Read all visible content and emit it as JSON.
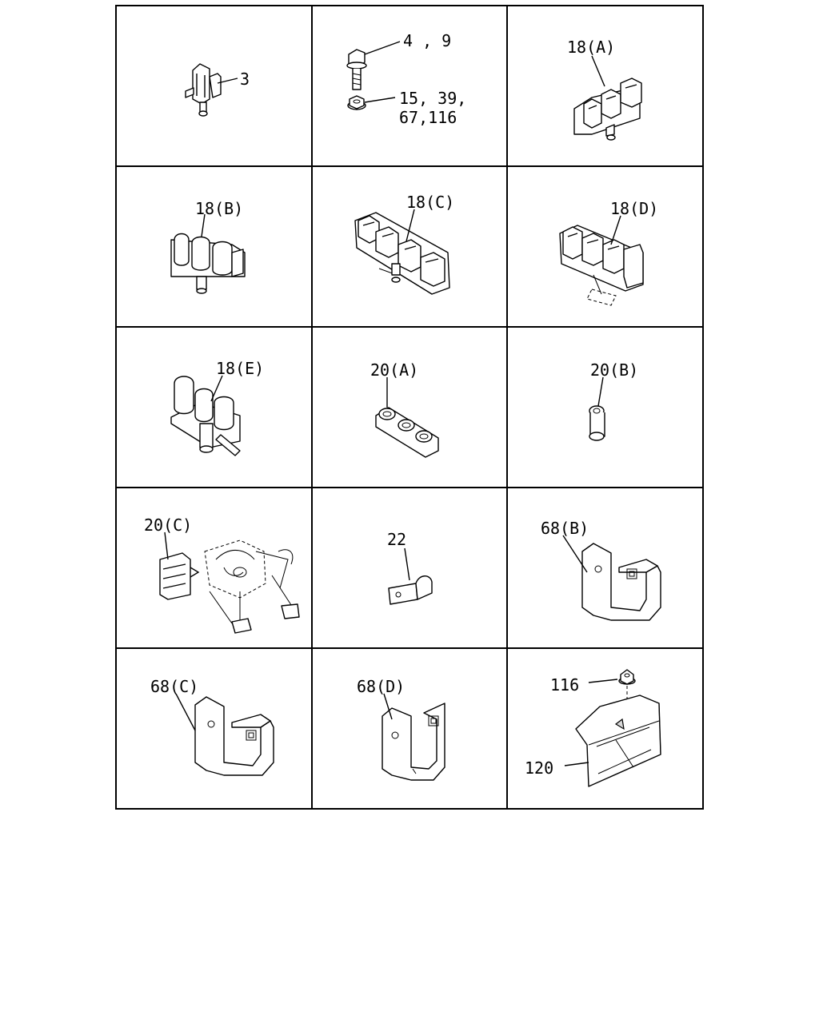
{
  "cells": [
    {
      "id": "c1",
      "labels": [
        "3"
      ]
    },
    {
      "id": "c2",
      "labels": [
        "4 , 9",
        "15, 39,",
        "67,116"
      ]
    },
    {
      "id": "c3",
      "labels": [
        "18(A)"
      ]
    },
    {
      "id": "c4",
      "labels": [
        "18(B)"
      ]
    },
    {
      "id": "c5",
      "labels": [
        "18(C)"
      ]
    },
    {
      "id": "c6",
      "labels": [
        "18(D)"
      ]
    },
    {
      "id": "c7",
      "labels": [
        "18(E)"
      ]
    },
    {
      "id": "c8",
      "labels": [
        "20(A)"
      ]
    },
    {
      "id": "c9",
      "labels": [
        "20(B)"
      ]
    },
    {
      "id": "c10",
      "labels": [
        "20(C)"
      ]
    },
    {
      "id": "c11",
      "labels": [
        "22"
      ]
    },
    {
      "id": "c12",
      "labels": [
        "68(B)"
      ]
    },
    {
      "id": "c13",
      "labels": [
        "68(C)"
      ]
    },
    {
      "id": "c14",
      "labels": [
        "68(D)"
      ]
    },
    {
      "id": "c15",
      "labels": [
        "116",
        "120"
      ]
    }
  ]
}
